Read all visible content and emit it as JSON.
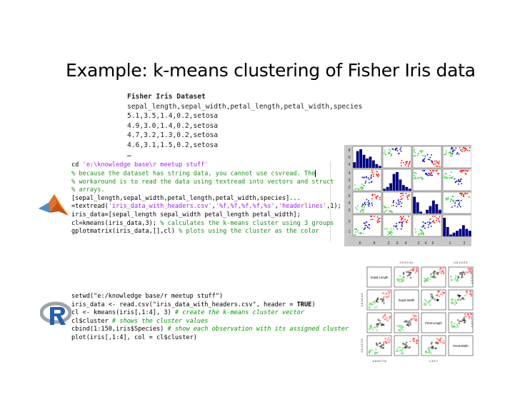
{
  "slide": {
    "title": "Example: k-means clustering of Fisher Iris data"
  },
  "dataset": {
    "title": "Fisher Iris Dataset",
    "header": "sepal_length,sepal_width,petal_length,petal_width,species",
    "rows": [
      "5.1,3.5,1.4,0.2,setosa",
      "4.9,3.0,1.4,0.2,setosa",
      "4.7,3.2,1.3,0.2,setosa",
      "4.6,3.1,1.5,0.2,setosa",
      "…"
    ]
  },
  "matlab": {
    "lines": [
      {
        "parts": [
          {
            "t": "cd ",
            "c": "plain"
          },
          {
            "t": "'e:\\knowledge base\\r meetup stuff'",
            "c": "str"
          }
        ]
      },
      {
        "parts": [
          {
            "t": "% because the dataset has string data, you cannot use csvread. The",
            "c": "com"
          }
        ]
      },
      {
        "parts": [
          {
            "t": "% workaround is to read the data using textread into vectors and struct",
            "c": "com"
          }
        ]
      },
      {
        "parts": [
          {
            "t": "% arrays.",
            "c": "com"
          }
        ]
      },
      {
        "parts": [
          {
            "t": "[sepal_length,sepal_width,petal_length,petal_width,species]...",
            "c": "plain"
          }
        ]
      },
      {
        "parts": [
          {
            "t": "    =textread(",
            "c": "plain"
          },
          {
            "t": "'iris_data_with_headers.csv'",
            "c": "str"
          },
          {
            "t": ",",
            "c": "plain"
          },
          {
            "t": "'%f,%f,%f,%f,%s'",
            "c": "str"
          },
          {
            "t": ",",
            "c": "plain"
          },
          {
            "t": "'headerlines'",
            "c": "str"
          },
          {
            "t": ",1);",
            "c": "plain"
          }
        ]
      },
      {
        "parts": [
          {
            "t": "iris_data=[sepal_length sepal_width petal_length petal_width];",
            "c": "plain"
          }
        ]
      },
      {
        "parts": [
          {
            "t": "cl=kmeans(iris_data,3); ",
            "c": "plain"
          },
          {
            "t": "% calculates the k-means cluster using 3 groups",
            "c": "com"
          }
        ]
      },
      {
        "parts": [
          {
            "t": "gplotmatrix(iris_data,[],cl) ",
            "c": "plain"
          },
          {
            "t": "% plots using the cluster as the color",
            "c": "com"
          }
        ]
      }
    ]
  },
  "rcode": {
    "lines": [
      {
        "parts": [
          {
            "t": "setwd(\"e:/knowledge base/r meetup stuff\")",
            "c": "plain"
          }
        ]
      },
      {
        "parts": [
          {
            "t": "iris_data <- read.csv(\"iris_data_with_headers.csv\", header = ",
            "c": "plain"
          },
          {
            "t": "TRUE",
            "c": "kw"
          },
          {
            "t": ")",
            "c": "plain"
          }
        ]
      },
      {
        "parts": [
          {
            "t": "cl <- kmeans(iris[,1:4], 3)  ",
            "c": "plain"
          },
          {
            "t": "# create the k-means cluster vector",
            "c": "com"
          }
        ]
      },
      {
        "parts": [
          {
            "t": "cl$cluster  ",
            "c": "plain"
          },
          {
            "t": "# shows the cluster values",
            "c": "com"
          }
        ]
      },
      {
        "parts": [
          {
            "t": "cbind(1:150,iris$Species)   ",
            "c": "plain"
          },
          {
            "t": "# show each observation with its assigned cluster",
            "c": "com"
          }
        ]
      },
      {
        "parts": [
          {
            "t": "plot(iris[,1:4], col = cl$cluster)",
            "c": "plain"
          }
        ]
      }
    ]
  },
  "matlab_plot": {
    "y_ticks": [
      "8",
      "6",
      "4",
      "4",
      "3",
      "2",
      "6",
      "4",
      "2",
      "2",
      "1"
    ],
    "x_ticks": [
      "6",
      "8",
      "2",
      "3",
      "4",
      "2",
      "4",
      "6",
      "1",
      "2"
    ]
  },
  "r_plot": {
    "labels": [
      "Sepal.Length",
      "Sepal.Width",
      "Petal.Length",
      "Petal.Width"
    ],
    "top_ticks": [
      "2.0  3.0  4.0",
      "0.5  1.5  2.5"
    ],
    "bottom_ticks": [
      "4.5  6.0  7.5",
      "1  3  5  7"
    ],
    "left_ticks": [
      "2.0 3.0 4.0",
      "0.5 1.5 2.5"
    ],
    "right_ticks": [
      "4.5 6.0 7.5",
      "1 3 5 7"
    ]
  },
  "colors": {
    "matlab_green": "#33cc33",
    "matlab_blue": "#0000cc",
    "matlab_red": "#ff0000",
    "r_black": "#000000",
    "r_red": "#ff3333",
    "r_green": "#33cc33"
  }
}
